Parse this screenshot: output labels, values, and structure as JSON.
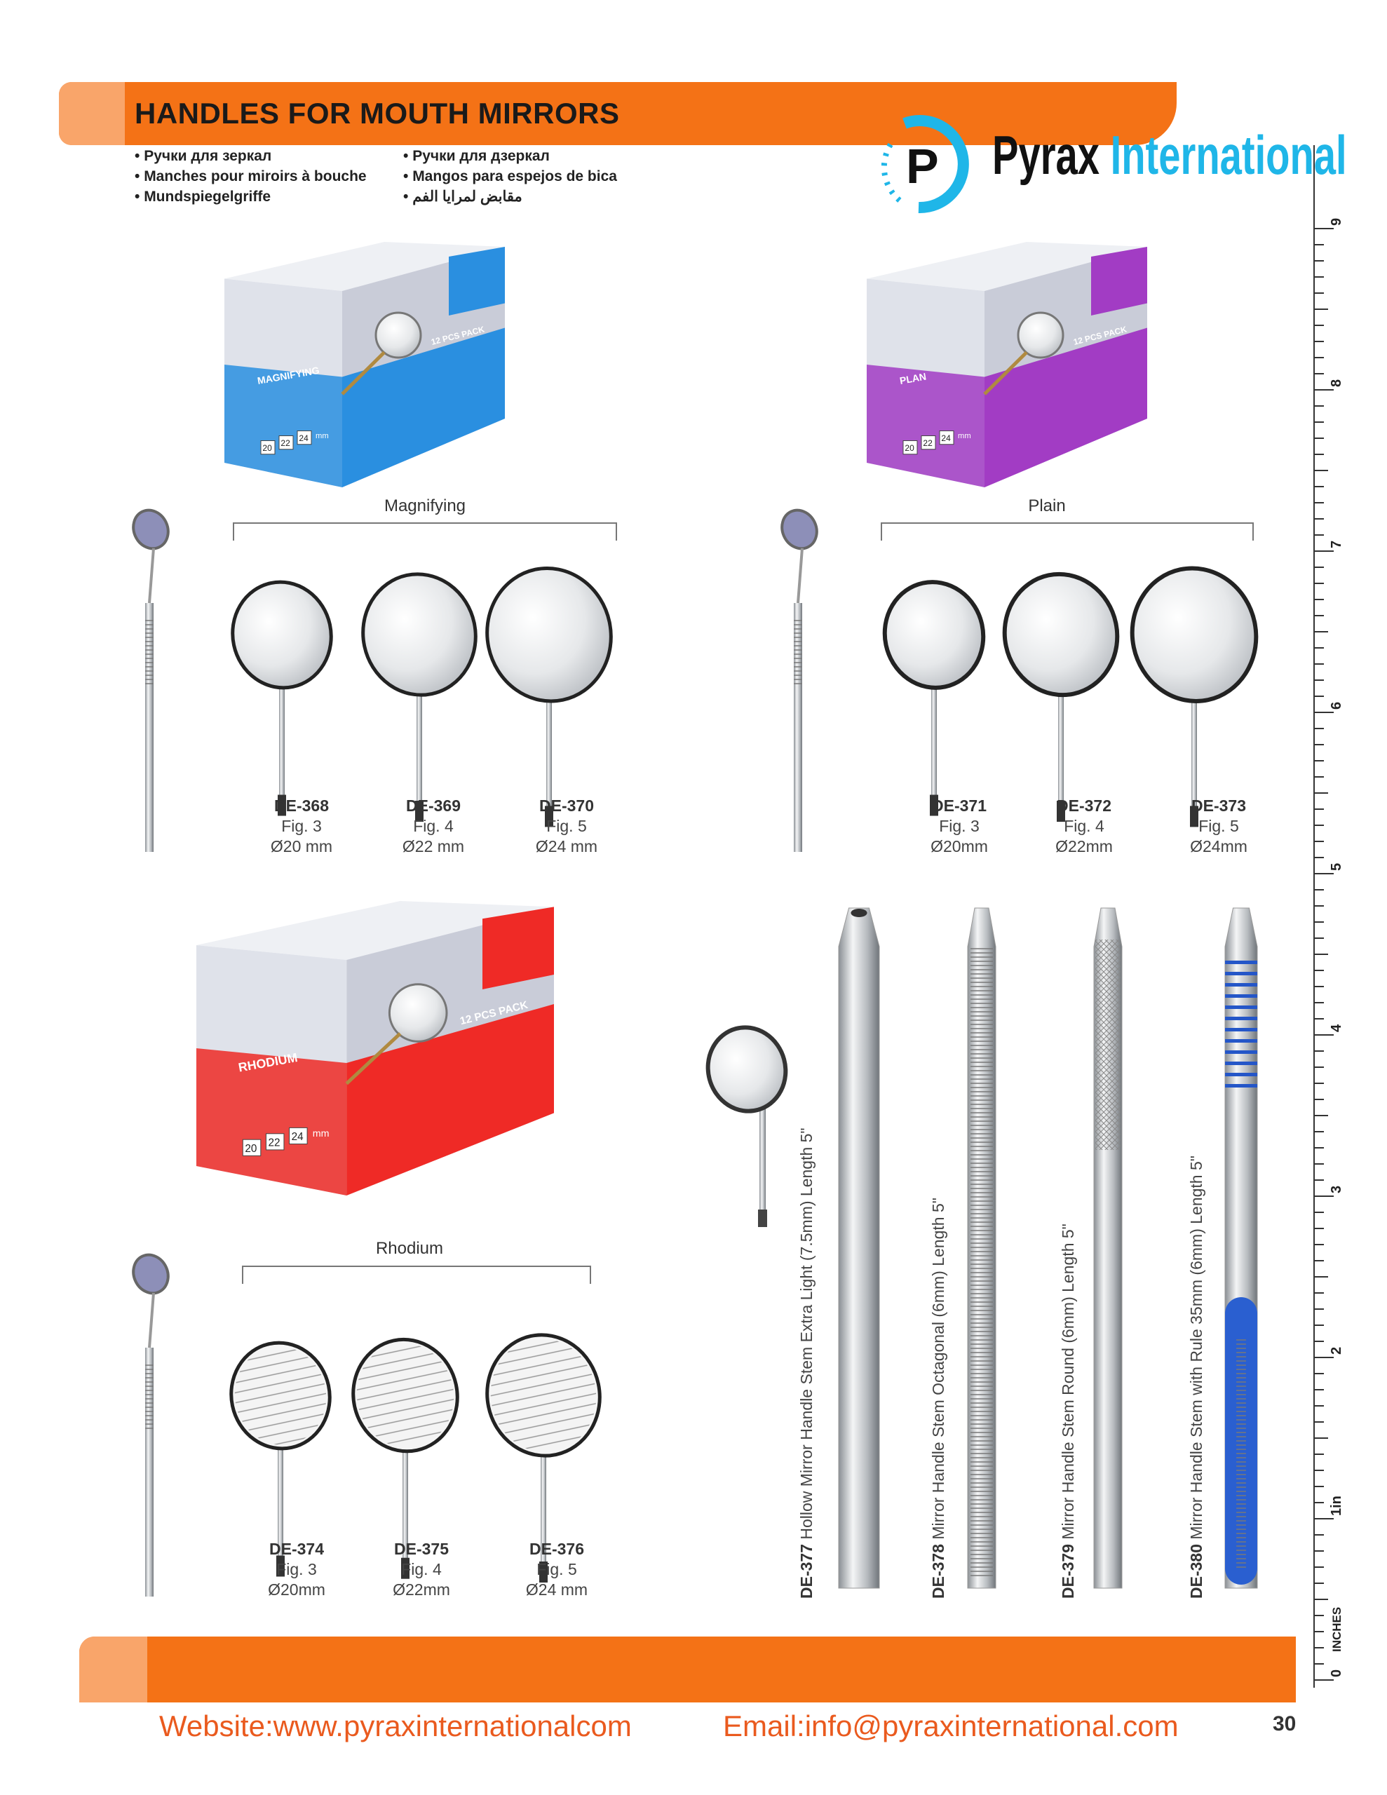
{
  "header": {
    "title": "HANDLES FOR MOUTH MIRRORS"
  },
  "translations": {
    "col1": [
      "Ручки для зеркал",
      "Manches pour miroirs à bouche",
      "Mundspiegelgriffe"
    ],
    "col2": [
      "Ручки для дзеркал",
      "Mangos para espejos de bica",
      "مقابض لمرايا الفم"
    ]
  },
  "logo": {
    "mark": "P",
    "word1": "Pyrax",
    "word2": "International"
  },
  "colors": {
    "orange": "#f47216",
    "light_orange": "#f9a56a",
    "logo_blue": "#1fb6e8",
    "footer_text": "#ea5a1e",
    "box_blue": "#2a8fe0",
    "box_purple": "#a23cc4",
    "box_red": "#ef2a26"
  },
  "boxes": [
    {
      "label": "MAGNIFYING",
      "pack": "12 PCS PACK",
      "sizes": [
        "20",
        "22",
        "24"
      ],
      "unit": "mm",
      "color": "#2a8fe0"
    },
    {
      "label": "PLAN",
      "pack": "12 PCS PACK",
      "sizes": [
        "20",
        "22",
        "24"
      ],
      "unit": "mm",
      "color": "#a23cc4"
    },
    {
      "label": "RHODIUM",
      "pack": "12 PCS PACK",
      "sizes": [
        "20",
        "22",
        "24"
      ],
      "unit": "mm",
      "color": "#ef2a26"
    }
  ],
  "groups": [
    {
      "label": "Magnifying",
      "items": [
        {
          "code": "DE-368",
          "fig": "Fig. 3",
          "size": "Ø20 mm"
        },
        {
          "code": "DE-369",
          "fig": "Fig. 4",
          "size": "Ø22 mm"
        },
        {
          "code": "DE-370",
          "fig": "Fig. 5",
          "size": "Ø24 mm"
        }
      ]
    },
    {
      "label": "Plain",
      "items": [
        {
          "code": "DE-371",
          "fig": "Fig. 3",
          "size": "Ø20mm"
        },
        {
          "code": "DE-372",
          "fig": "Fig. 4",
          "size": "Ø22mm"
        },
        {
          "code": "DE-373",
          "fig": "Fig. 5",
          "size": "Ø24mm"
        }
      ]
    },
    {
      "label": "Rhodium",
      "items": [
        {
          "code": "DE-374",
          "fig": "Fig. 3",
          "size": "Ø20mm"
        },
        {
          "code": "DE-375",
          "fig": "Fig. 4",
          "size": "Ø22mm"
        },
        {
          "code": "DE-376",
          "fig": "Fig. 5",
          "size": "Ø24 mm"
        }
      ]
    }
  ],
  "stems": [
    {
      "code": "DE-377",
      "desc": " Hollow Mirror Handle Stem Extra Light (7.5mm) Length 5\""
    },
    {
      "code": "DE-378",
      "desc": " Mirror Handle Stem Octagonal (6mm) Length 5\""
    },
    {
      "code": "DE-379",
      "desc": " Mirror Handle Stem Round (6mm) Length 5\""
    },
    {
      "code": "DE-380",
      "desc": " Mirror Handle Stem with Rule 35mm (6mm) Length 5\""
    }
  ],
  "ruler": {
    "unit_label": "INCHES",
    "numbers": [
      "0",
      "1",
      "2",
      "3",
      "4",
      "5",
      "6",
      "7",
      "8",
      "9"
    ],
    "inch_suffix": "in"
  },
  "footer": {
    "website": "Website:www.pyraxinternationalcom",
    "email": "Email:info@pyraxinternational.com",
    "page": "30"
  }
}
